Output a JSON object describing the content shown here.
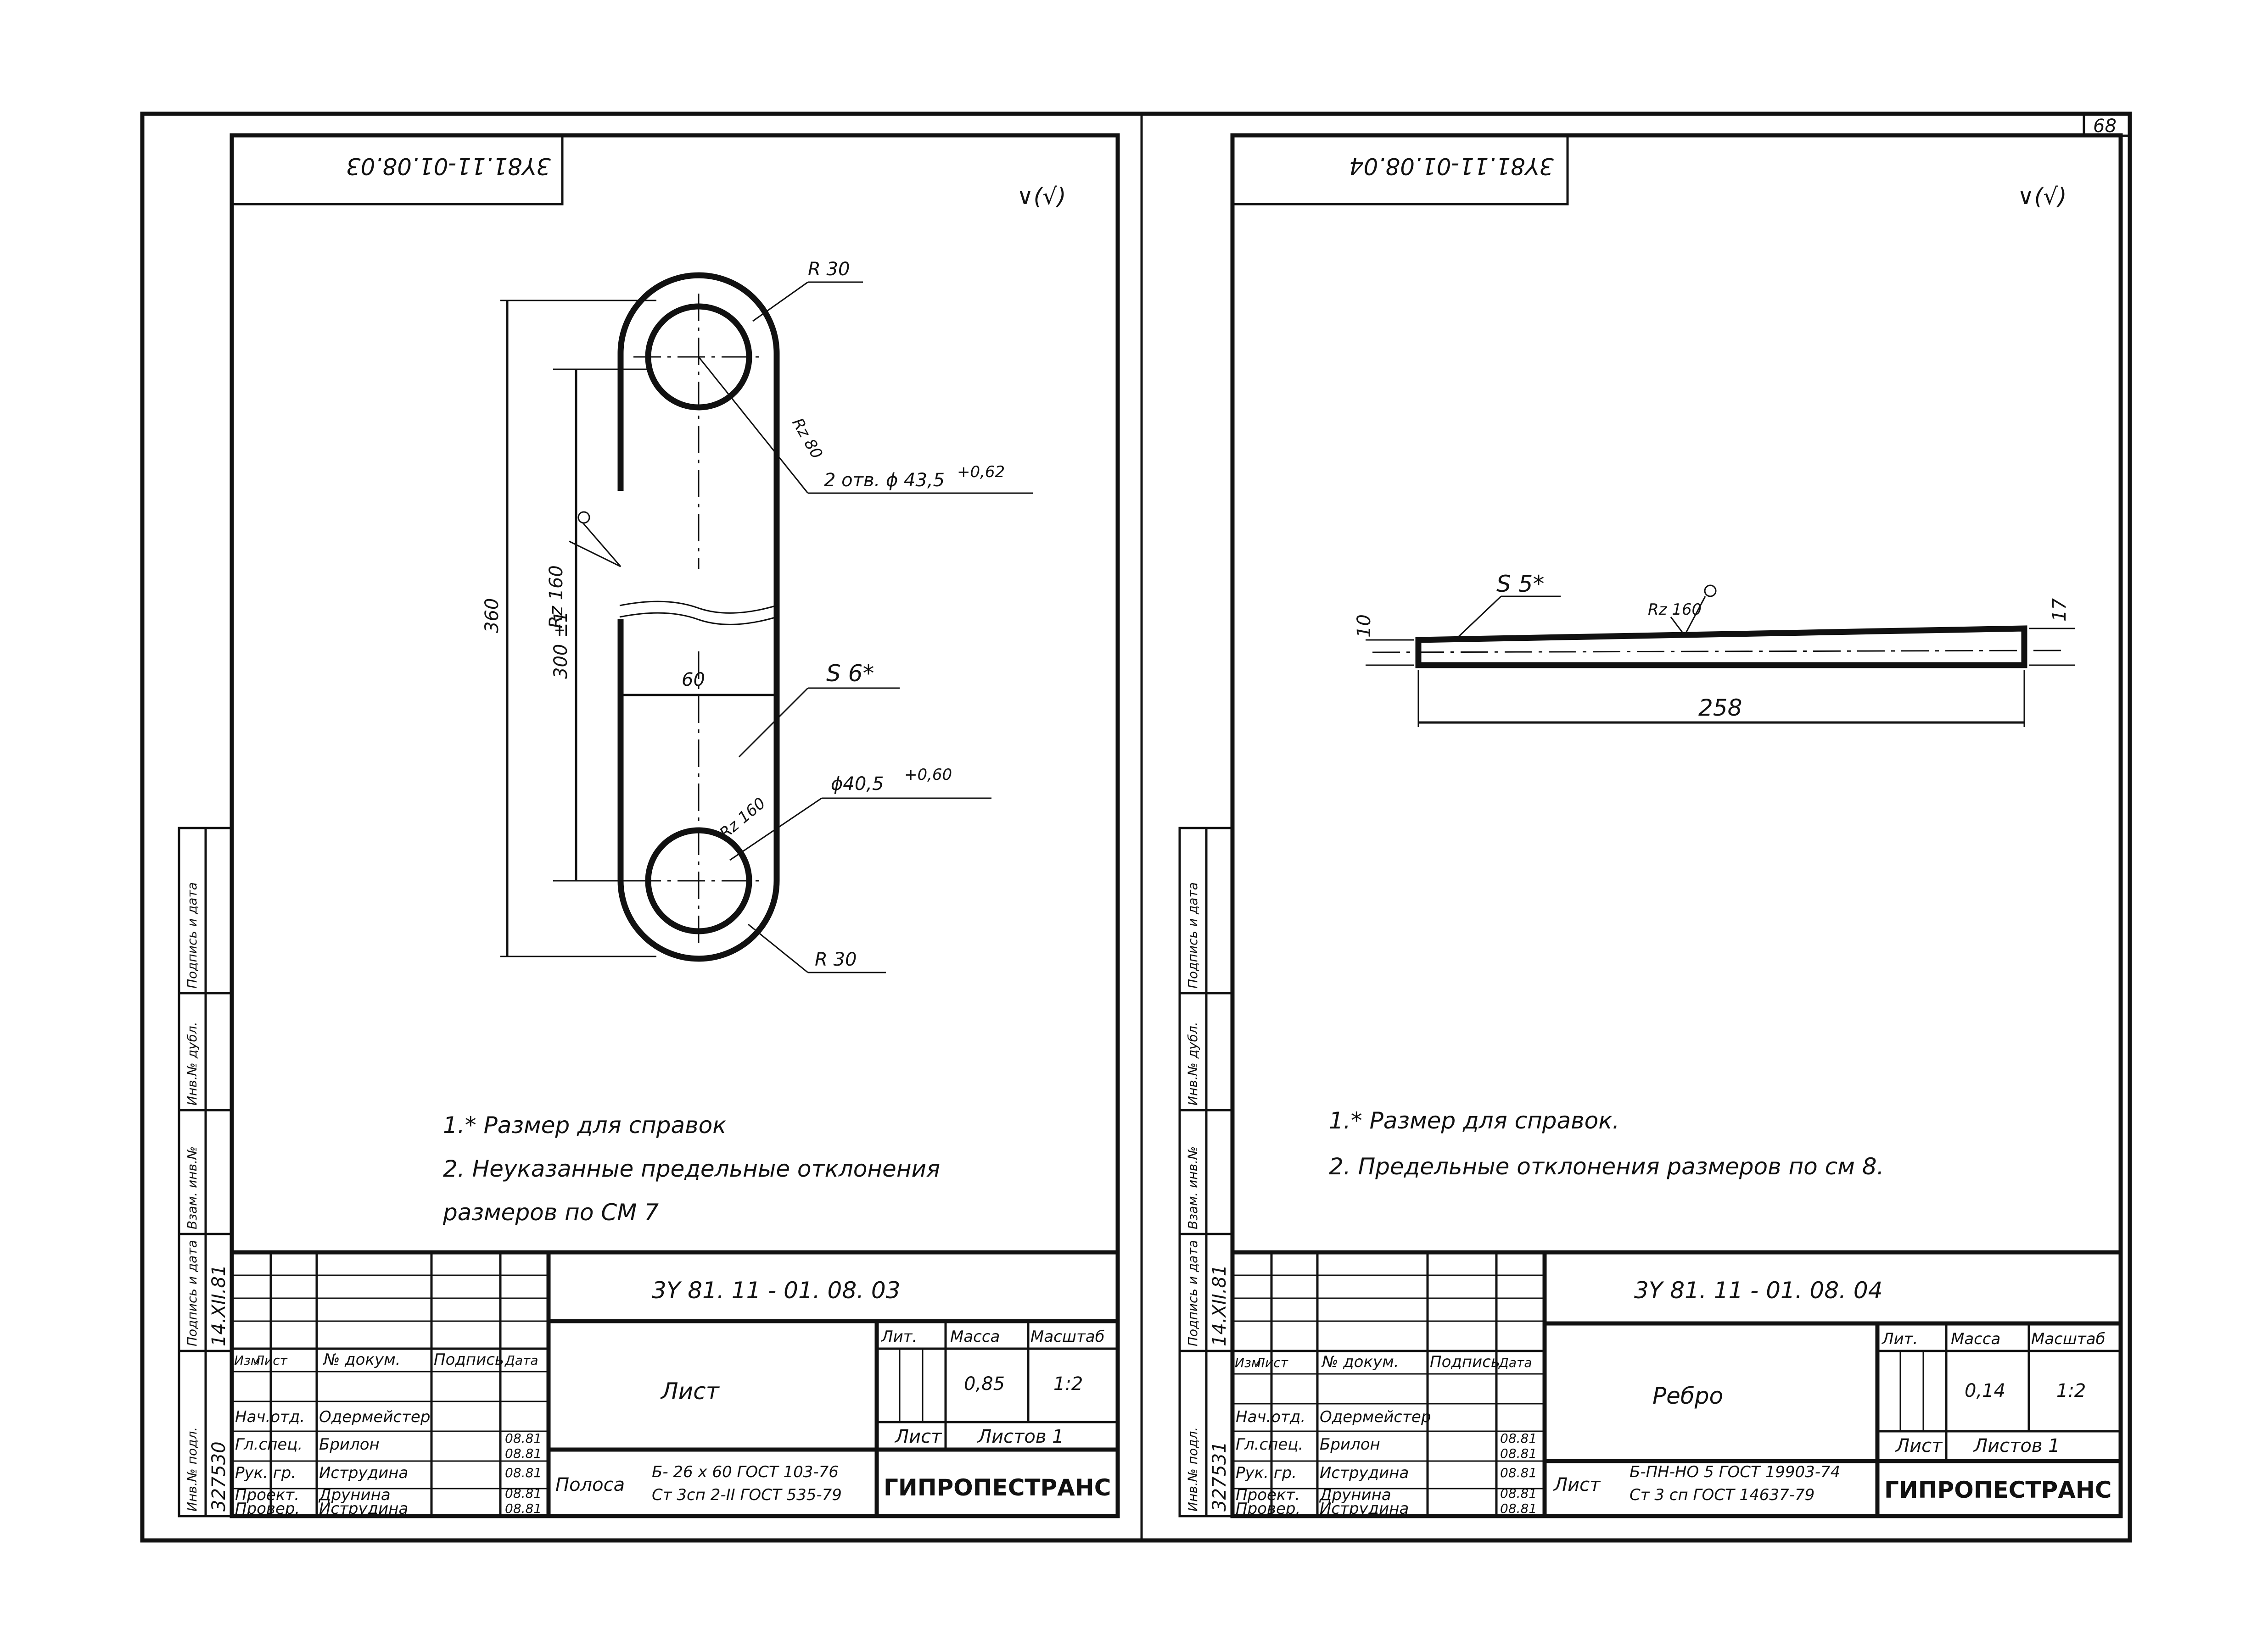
{
  "page_number": "68",
  "left_sheet": {
    "stamp_code": "3Y81.11-01.08.03",
    "roughness_symbol": "∨(√)",
    "dims": {
      "r_top": "R 30",
      "r_bottom": "R 30",
      "holes": "2 отв. ϕ 43,5",
      "holes_tol": "+0,62",
      "rz_hole": "Rz 80",
      "rz_left": "Rz 160",
      "rz_lower": "Rz 160",
      "length_total": "360",
      "length_centers": "300 ±1",
      "width": "60",
      "thickness": "S 6*",
      "diameter": "ϕ40,5",
      "diameter_tol": "+0,60"
    },
    "notes": [
      "1.* Размер   для   справок",
      "2.  Неуказанные   предельные   отклонения",
      "     размеров       по  СМ 7"
    ],
    "title_block": {
      "code": "3Y 81. 11 - 01. 08. 03",
      "name": "Лист",
      "headers": [
        "Изм.",
        "Лист",
        "№ докум.",
        "Подпись",
        "Дата"
      ],
      "roles": [
        "Нач.отд.",
        "Гл.спец.",
        "Рук. гр.",
        "Проект.",
        "Провер."
      ],
      "people": [
        "Одермейстер",
        "Брилон",
        "Иструдина",
        "Друнина",
        "Иструдина"
      ],
      "dates": [
        "08.81",
        "08.81",
        "08.81",
        "08.81",
        "08.81"
      ],
      "lit_label": "Лит.",
      "mass_label": "Масса",
      "scale_label": "Масштаб",
      "mass": "0,85",
      "scale": "1:2",
      "sheet_label": "Лист",
      "sheets_label": "Листов 1",
      "material_prefix": "Полоса",
      "material_line1": "Б- 26 х 60 ГОСТ 103-76",
      "material_line2": "Ст 3сп 2-II ГОСТ 535-79",
      "org": "ГИПРОПЕСТРАНС"
    },
    "side_labels": [
      "Инв.№ подл.",
      "Подпись и дата",
      "Взам. инв.№",
      "Инв.№ дубл.",
      "Подпись и дата"
    ],
    "inv_number": "327530",
    "inv_date": "14.XII.81"
  },
  "right_sheet": {
    "stamp_code": "3Y81.11-01.08.04",
    "roughness_symbol": "∨(√)",
    "dims": {
      "thickness": "S 5*",
      "rz": "Rz 160",
      "left_height": "10",
      "right_height": "17",
      "length": "258"
    },
    "notes": [
      "1.* Размер  для  справок.",
      "2.  Предельные   отклонения   размеров   по   см 8."
    ],
    "title_block": {
      "code": "3Y 81. 11 - 01. 08. 04",
      "name": "Ребро",
      "headers": [
        "Изм.",
        "Лист",
        "№ докум.",
        "Подпись",
        "Дата"
      ],
      "roles": [
        "Нач.отд.",
        "Гл.спец.",
        "Рук. гр.",
        "Проект.",
        "Провер."
      ],
      "people": [
        "Одермейстер",
        "Брилон",
        "Иструдина",
        "Друнина",
        "Иструдина"
      ],
      "dates": [
        "08.81",
        "08.81",
        "08.81",
        "08.81",
        "08.81"
      ],
      "lit_label": "Лит.",
      "mass_label": "Масса",
      "scale_label": "Масштаб",
      "mass": "0,14",
      "scale": "1:2",
      "sheet_label": "Лист",
      "sheets_label": "Листов 1",
      "material_prefix": "Лист",
      "material_line1": "Б-ПН-НО 5 ГОСТ 19903-74",
      "material_line2": "Ст 3 сп  ГОСТ 14637-79",
      "org": "ГИПРОПЕСТРАНС"
    },
    "side_labels": [
      "Инв.№ подл.",
      "Подпись и дата",
      "Взам. инв.№",
      "Инв.№ дубл.",
      "Подпись и дата"
    ],
    "inv_number": "327531",
    "inv_date": "14.XII.81"
  }
}
